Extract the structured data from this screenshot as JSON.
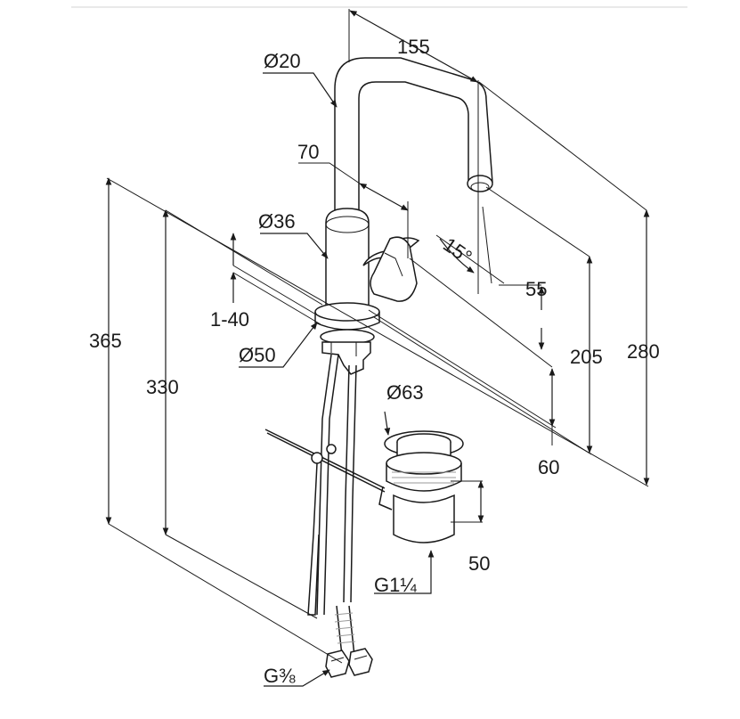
{
  "dimensions": {
    "spout_reach": "155",
    "spout_tube_dia": "Ø20",
    "lever_height": "70",
    "body_dia": "Ø36",
    "swivel_angle": "15°",
    "outlet_offset": "55",
    "deck_thickness": "1-40",
    "base_dia": "Ø50",
    "total_height": "365",
    "hose_length": "330",
    "spout_height": "205",
    "overall_height": "280",
    "waste_dia": "Ø63",
    "base_to_waste": "60",
    "waste_height": "50",
    "waste_thread": "G1¼",
    "supply_thread": "G⅜"
  }
}
